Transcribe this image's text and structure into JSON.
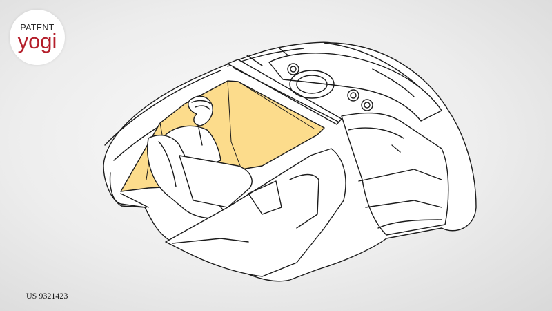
{
  "logo": {
    "top": "PATENT",
    "bottom": "yogi"
  },
  "patent_number": "US 9321423",
  "colors": {
    "highlight": "#fcdc8c",
    "brand_red": "#b41e2a",
    "line": "#1b1b1b"
  },
  "figure": {
    "subject": "vehicle-cabin-line-drawing"
  }
}
